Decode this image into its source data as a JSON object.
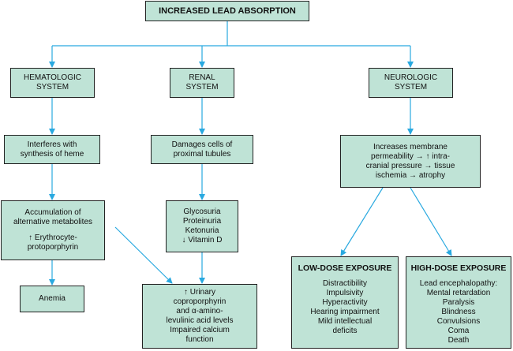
{
  "root": {
    "label": "INCREASED LEAD ABSORPTION"
  },
  "systems": {
    "hematologic": [
      "HEMATOLOGIC",
      "SYSTEM"
    ],
    "renal": [
      "RENAL",
      "SYSTEM"
    ],
    "neurologic": [
      "NEUROLOGIC",
      "SYSTEM"
    ]
  },
  "hematologic": {
    "effect": [
      "Interferes with",
      "synthesis of heme"
    ],
    "accumulation": [
      "Accumulation of",
      "alternative metabolites",
      "↑ Erythrocyte-",
      "protoporphyrin"
    ],
    "anemia": [
      "Anemia"
    ]
  },
  "renal": {
    "effect": [
      "Damages cells of",
      "proximal tubules"
    ],
    "findings": [
      "Glycosuria",
      "Proteinuria",
      "Ketonuria",
      "↓ Vitamin D"
    ],
    "urinary": [
      "↑ Urinary",
      "coproporphyrin",
      "and α-amino-",
      "levulinic acid levels",
      "Impaired calcium",
      "function"
    ]
  },
  "neurologic": {
    "effect": [
      "Increases membrane",
      "permeability → ↑ intra-",
      "cranial pressure → tissue",
      "ischemia → atrophy"
    ],
    "low_dose": {
      "title": "LOW-DOSE EXPOSURE",
      "items": [
        "Distractibility",
        "Impulsivity",
        "Hyperactivity",
        "Hearing impairment",
        "Mild intellectual",
        "deficits"
      ]
    },
    "high_dose": {
      "title": "HIGH-DOSE EXPOSURE",
      "items": [
        "Lead encephalopathy:",
        "Mental retardation",
        "Paralysis",
        "Blindness",
        "Convulsions",
        "Coma",
        "Death"
      ]
    }
  },
  "colors": {
    "box_fill": "#bfe3d6",
    "arrow": "#29a9e0",
    "border": "#222222"
  }
}
